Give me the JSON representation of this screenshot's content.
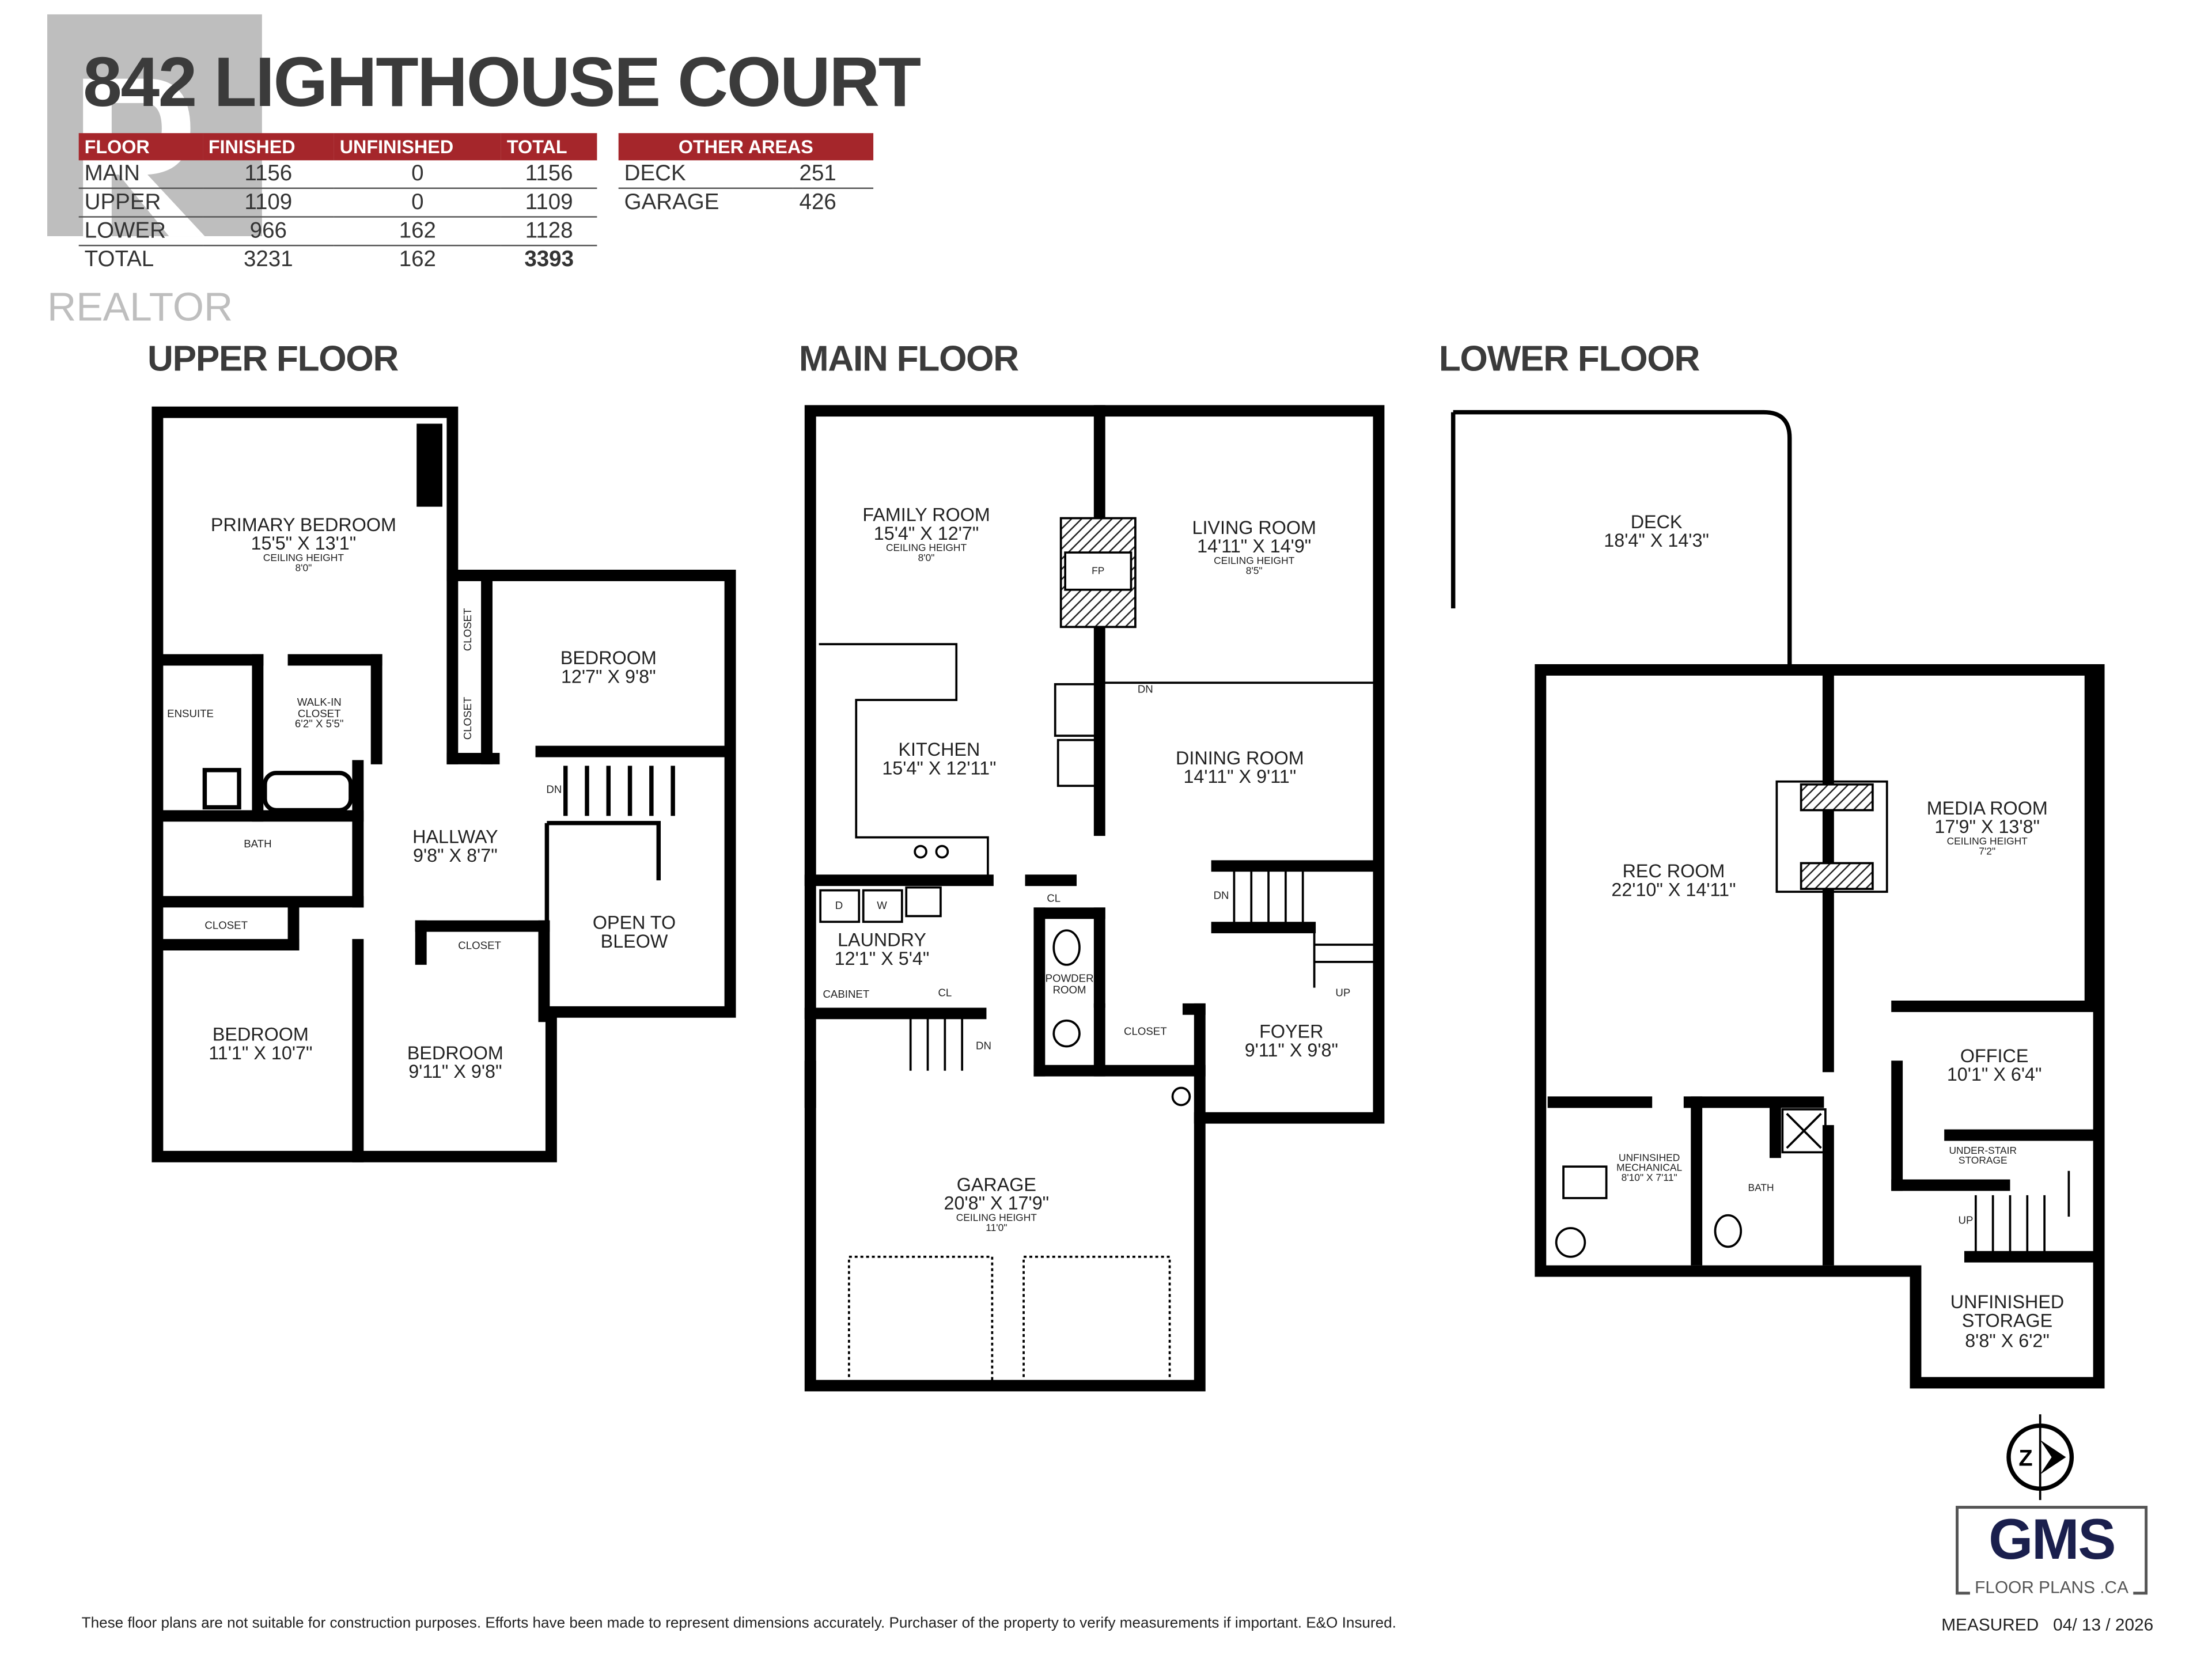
{
  "title": "842 LIGHTHOUSE COURT",
  "realtor_logo": "REALTOR®",
  "area_table": {
    "headers": [
      "FLOOR",
      "FINISHED",
      "UNFINISHED",
      "TOTAL"
    ],
    "rows": [
      {
        "floor": "MAIN",
        "finished": "1156",
        "unfinished": "0",
        "total": "1156"
      },
      {
        "floor": "UPPER",
        "finished": "1109",
        "unfinished": "0",
        "total": "1109"
      },
      {
        "floor": "LOWER",
        "finished": "966",
        "unfinished": "162",
        "total": "1128"
      },
      {
        "floor": "TOTAL",
        "finished": "3231",
        "unfinished": "162",
        "total": "3393"
      }
    ]
  },
  "other_areas": {
    "header": "OTHER AREAS",
    "rows": [
      {
        "name": "DECK",
        "value": "251"
      },
      {
        "name": "GARAGE",
        "value": "426"
      }
    ]
  },
  "floors": {
    "upper": {
      "title": "UPPER FLOOR",
      "labels": [
        {
          "name": "PRIMARY BEDROOM",
          "dims": "15'5\" X 13'1\"",
          "ceiling_label": "CEILING HEIGHT",
          "ceiling": "8'0\""
        },
        {
          "name": "BEDROOM",
          "dims": "12'7\" X 9'8\""
        },
        {
          "name": "ENSUITE"
        },
        {
          "name": "WALK-IN CLOSET",
          "dims": "6'2\" X 5'5\""
        },
        {
          "name": "CLOSET"
        },
        {
          "name": "CLOSET"
        },
        {
          "name": "BATH"
        },
        {
          "name": "HALLWAY",
          "dims": "9'8\" X 8'7\""
        },
        {
          "name": "DN"
        },
        {
          "name": "OPEN TO",
          "name2": "BLEOW"
        },
        {
          "name": "CLOSET"
        },
        {
          "name": "CLOSET"
        },
        {
          "name": "BEDROOM",
          "dims": "11'1\" X 10'7\""
        },
        {
          "name": "BEDROOM",
          "dims": "9'11\" X 9'8\""
        }
      ]
    },
    "main": {
      "title": "MAIN FLOOR",
      "labels": [
        {
          "name": "FAMILY ROOM",
          "dims": "15'4\" X 12'7\"",
          "ceiling_label": "CEILING HEIGHT",
          "ceiling": "8'0\""
        },
        {
          "name": "FP"
        },
        {
          "name": "LIVING ROOM",
          "dims": "14'11\" X 14'9\"",
          "ceiling_label": "CEILING HEIGHT",
          "ceiling": "8'5\""
        },
        {
          "name": "DN"
        },
        {
          "name": "KITCHEN",
          "dims": "15'4\" X 12'11\""
        },
        {
          "name": "DINING ROOM",
          "dims": "14'11\" X 9'11\""
        },
        {
          "name": "D"
        },
        {
          "name": "W"
        },
        {
          "name": "CL"
        },
        {
          "name": "LAUNDRY",
          "dims": "12'1\" X 5'4\""
        },
        {
          "name": "DN"
        },
        {
          "name": "CABINET"
        },
        {
          "name": "CL"
        },
        {
          "name": "POWDER",
          "name2": "ROOM"
        },
        {
          "name": "CLOSET"
        },
        {
          "name": "UP"
        },
        {
          "name": "DN"
        },
        {
          "name": "FOYER",
          "dims": "9'11\" X 9'8\""
        },
        {
          "name": "GARAGE",
          "dims": "20'8\" X 17'9\"",
          "ceiling_label": "CEILING HEIGHT",
          "ceiling": "11'0\""
        }
      ]
    },
    "lower": {
      "title": "LOWER FLOOR",
      "labels": [
        {
          "name": "DECK",
          "dims": "18'4\" X 14'3\""
        },
        {
          "name": "REC ROOM",
          "dims": "22'10\" X 14'11\""
        },
        {
          "name": "MEDIA ROOM",
          "dims": "17'9\" X 13'8\"",
          "ceiling_label": "CEILING HEIGHT",
          "ceiling": "7'2\""
        },
        {
          "name": "OFFICE",
          "dims": "10'1\" X 6'4\""
        },
        {
          "name": "UNFINSIHED",
          "name2": "MECHANICAL",
          "dims": "8'10\" X 7'11\""
        },
        {
          "name": "BATH"
        },
        {
          "name": "UNDER-STAIR",
          "name2": "STORAGE"
        },
        {
          "name": "UP"
        },
        {
          "name": "UNFINISHED",
          "name2": "STORAGE",
          "dims": "8'8\" X 6'2\""
        }
      ]
    }
  },
  "footer": {
    "disclaimer": "These floor plans are not suitable for construction purposes. Efforts have been made to represent dimensions accurately.  Purchaser of the property to verify measurements if important.  E&O Insured.",
    "measured_label": "MEASURED",
    "measured_date": "04/ 13 / 2026"
  },
  "branding": {
    "logo": "GMS",
    "sub": "FLOOR PLANS .CA",
    "compass_icon": "north-arrow-icon",
    "logo_color": "#1a1f4d"
  },
  "colors": {
    "accent": "#a5262b",
    "title": "#3b3b3b",
    "walls": "#000000"
  }
}
